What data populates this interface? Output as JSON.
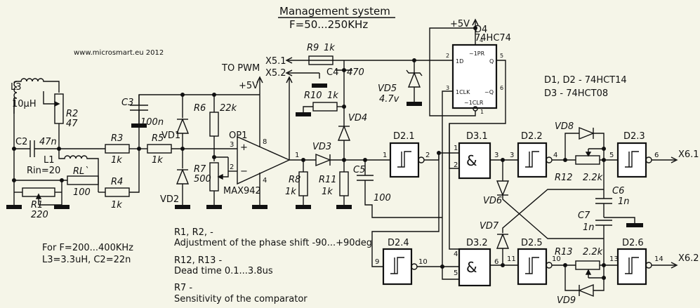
{
  "title": "Management system",
  "subtitle": "F=50...250KHz",
  "website": "www.microsmart.eu  2012",
  "supply": "+5V",
  "to_pwm": "TO PWM",
  "ports": {
    "x51": "X5.1",
    "x52": "X5.2",
    "x61": "X6.1",
    "x62": "X6.2"
  },
  "legend": {
    "d1d2": "D1, D2 - 74HCT14",
    "d3": "D3 - 74HCT08"
  },
  "notes": {
    "alt_freq": "For F=200...400KHz",
    "alt_values": "L3=3.3uH, C2=22n",
    "r1r2": "R1,  R2, -",
    "r1r2_desc": "Adjustment of the phase shift -90...+90deg",
    "r12r13": "R12, R13 -",
    "r12r13_desc": "Dead time 0.1...3.8us",
    "r7": "R7 -",
    "r7_desc": "Sensitivity of the comparator"
  },
  "components": {
    "L3": {
      "name": "L3",
      "value": "10μH"
    },
    "L1": {
      "name": "L1",
      "value": "Rin=20"
    },
    "C2": {
      "name": "C2",
      "value": "47n"
    },
    "R2": {
      "name": "R2",
      "value": "47"
    },
    "R1": {
      "name": "R1",
      "value": "220"
    },
    "RL": {
      "name": "RL`",
      "value": "100"
    },
    "R3": {
      "name": "R3",
      "value": "1k"
    },
    "R4": {
      "name": "R4",
      "value": "1k"
    },
    "R5": {
      "name": "R5",
      "value": "1k"
    },
    "C3": {
      "name": "C3",
      "value": "100n"
    },
    "R6": {
      "name": "R6",
      "value": "22k"
    },
    "R7": {
      "name": "R7",
      "value": "500"
    },
    "VD1": {
      "name": "VD1"
    },
    "VD2": {
      "name": "VD2"
    },
    "OP1": {
      "name": "OP1",
      "part": "MAX942",
      "pin_plus": "+",
      "pin_minus": "−",
      "pin3": "3",
      "pin2": "2",
      "pin8": "8",
      "pin4": "4",
      "pin1": "1"
    },
    "R8": {
      "name": "R8",
      "value": "1k"
    },
    "R11": {
      "name": "R11",
      "value": "1k"
    },
    "VD3": {
      "name": "VD3"
    },
    "VD4": {
      "name": "VD4"
    },
    "C5": {
      "name": "C5",
      "value": "100"
    },
    "R9": {
      "name": "R9",
      "value": "1k"
    },
    "C4": {
      "name": "C4",
      "value": "470"
    },
    "R10": {
      "name": "R10",
      "value": "1k"
    },
    "VD5": {
      "name": "VD5",
      "value": "4.7v"
    },
    "D4": {
      "name": "D4",
      "part": "74HC74",
      "pins": {
        "pr": "~1PR",
        "d": "1D",
        "q": "Q",
        "clk": "1CLK",
        "nq": "~Q",
        "clr": "~1CLR"
      },
      "nums": {
        "p4": "4",
        "p2": "2",
        "p5": "5",
        "p3": "3",
        "p6": "6",
        "p1": "1"
      }
    },
    "D21": {
      "name": "D2.1",
      "in": "1",
      "out": "2"
    },
    "D24": {
      "name": "D2.4",
      "in": "9",
      "out": "10"
    },
    "D31": {
      "name": "D3.1",
      "in1": "1",
      "in2": "2",
      "out": "3"
    },
    "D32": {
      "name": "D3.2",
      "in1": "4",
      "in2": "5",
      "out": "6"
    },
    "D22": {
      "name": "D2.2",
      "in": "3",
      "out": "4"
    },
    "D25": {
      "name": "D2.5",
      "in": "11",
      "out": "10"
    },
    "D23": {
      "name": "D2.3",
      "in": "5",
      "out": "6"
    },
    "D26": {
      "name": "D2.6",
      "in": "13",
      "out": "14"
    },
    "VD6": {
      "name": "VD6"
    },
    "VD7": {
      "name": "VD7"
    },
    "VD8": {
      "name": "VD8"
    },
    "VD9": {
      "name": "VD9"
    },
    "R12": {
      "name": "R12",
      "value": "2.2k"
    },
    "R13": {
      "name": "R13",
      "value": "2.2k"
    },
    "C6": {
      "name": "C6",
      "value": "1n"
    },
    "C7": {
      "name": "C7",
      "value": "1n"
    }
  },
  "gate_symbol": "&"
}
